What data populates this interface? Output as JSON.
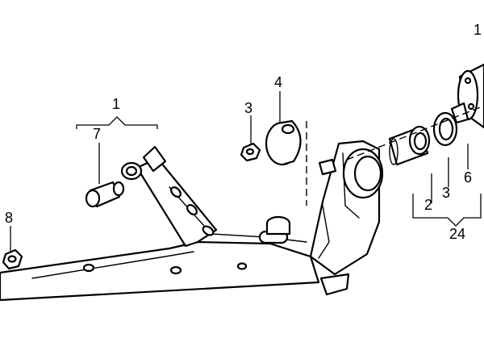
{
  "diagram": {
    "callouts": {
      "c1_top_right": "1",
      "c4": "4",
      "c3_nut": "3",
      "c1_bracket": "1",
      "c7": "7",
      "c8": "8",
      "c6": "6",
      "c3_right": "3",
      "c2": "2",
      "c24": "24"
    }
  }
}
